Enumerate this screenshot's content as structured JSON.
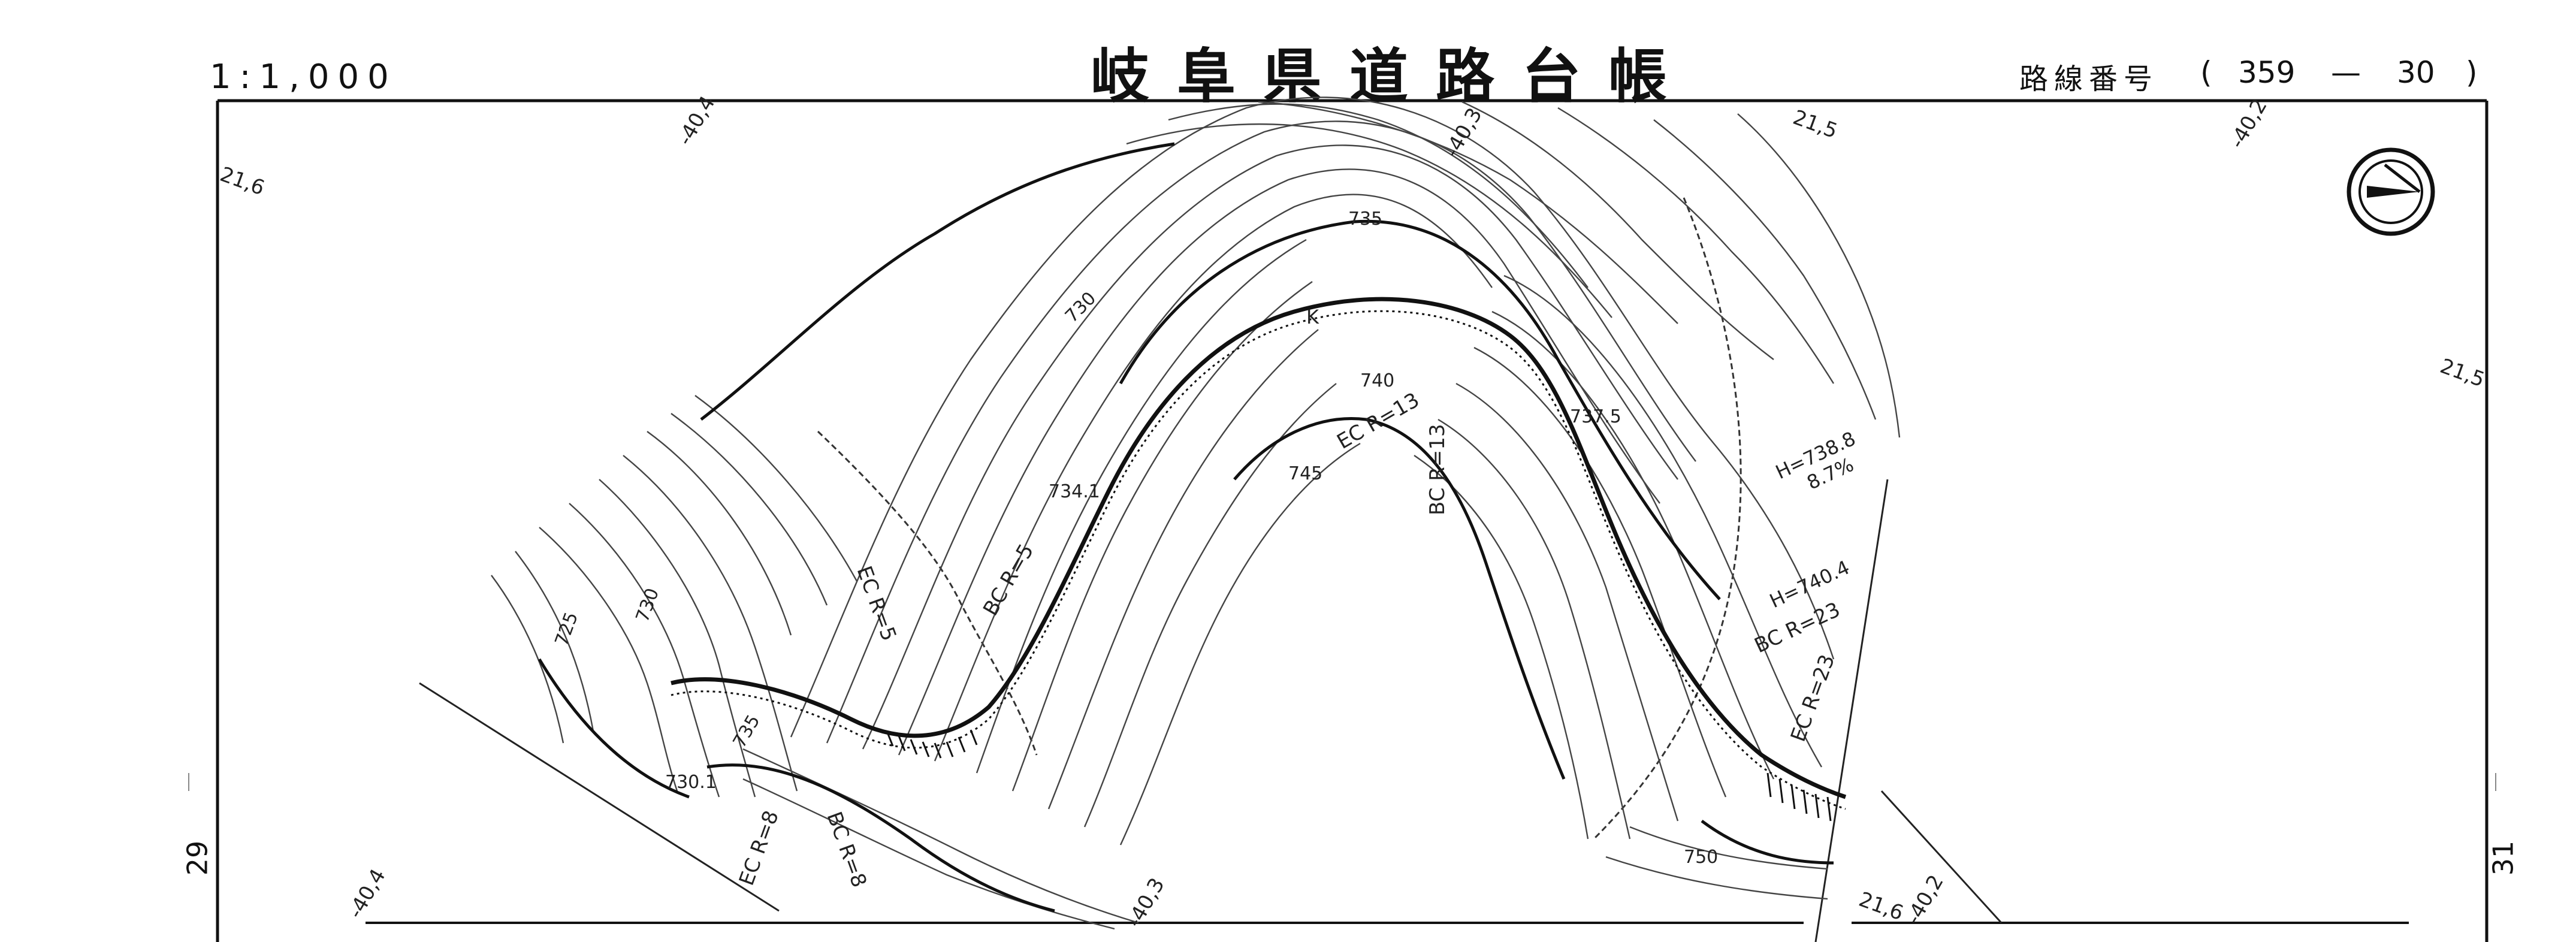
{
  "header": {
    "scale": "1:1,000",
    "title": "岐阜県道路台帳",
    "route_label": "路線番号",
    "route_paren_open": "(",
    "route_number": "359",
    "route_dash": "—",
    "route_subnumber": "30",
    "route_paren_close": ")"
  },
  "adjacent_sheets": {
    "left": "29",
    "right": "31"
  },
  "contour_elevations": [
    "725",
    "730",
    "735",
    "740",
    "745",
    "750"
  ],
  "spot_heights": [
    "734.1",
    "737.5",
    "730.1"
  ],
  "grid_labels": [
    "21,6",
    "-40,4",
    "-40,3",
    "21,5",
    "-40,2",
    "21,5",
    "-40,4",
    "-40,3",
    "21,6",
    "-40,2"
  ],
  "curve_annotations": [
    "EC R=13",
    "BC R=13",
    "BC R=5",
    "EC R=5",
    "BC R=23",
    "EC R=23",
    "EC R=8",
    "BC R=8"
  ],
  "gradient_annotations": [
    {
      "height": "H=738.8",
      "grade": "8.7%"
    },
    {
      "height": "H=740.4",
      "grade": ""
    }
  ],
  "map_labels": [
    "K"
  ],
  "north_arrow": "north-arrow-icon"
}
